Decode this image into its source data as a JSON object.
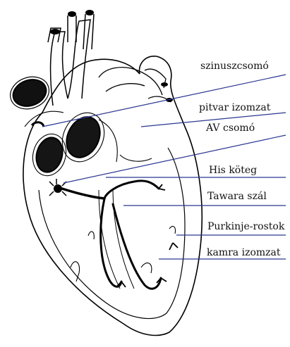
{
  "diagram": {
    "labels": [
      "szinuszcsomó",
      "pitvar izomzat",
      "AV csomó",
      "His köteg",
      "Tawara szál",
      "Purkinje-rostok",
      "kamra izomzat"
    ]
  },
  "colors": {
    "leader_line": "#2a3790",
    "outline": "#000000",
    "conduction": "#000000"
  }
}
